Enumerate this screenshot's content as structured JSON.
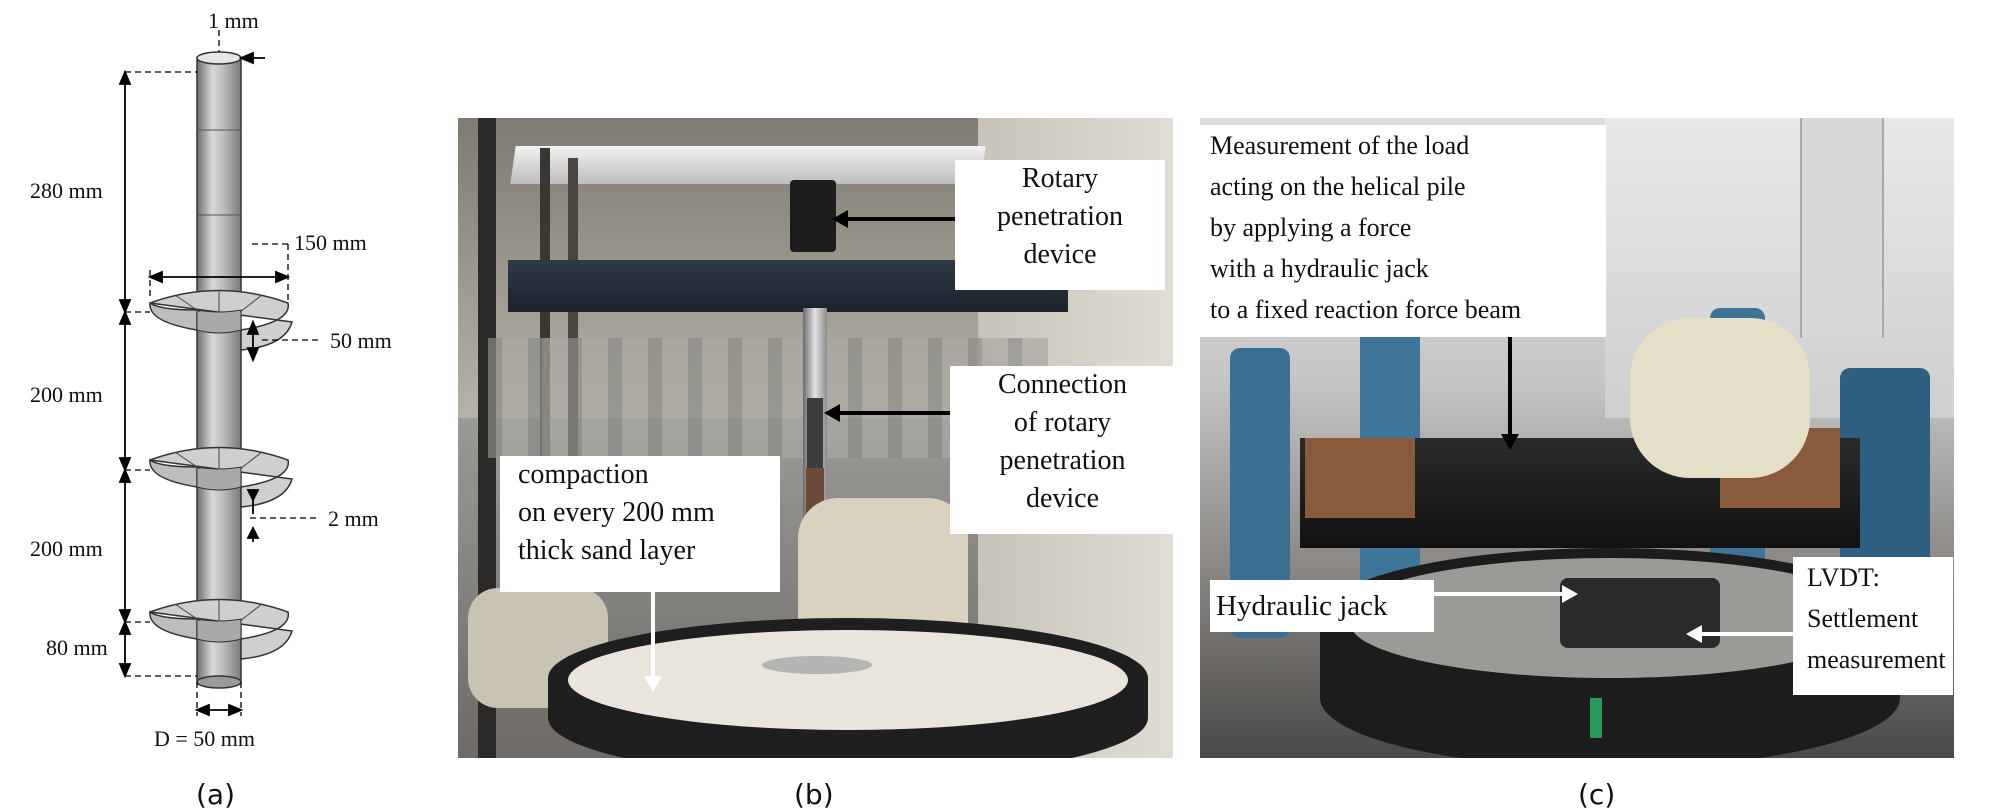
{
  "panel_a": {
    "dim_wall": "1 mm",
    "dim_top_shaft": "280 mm",
    "dim_helix_dia": "150 mm",
    "dim_pitch": "50 mm",
    "dim_spacing_1": "200 mm",
    "dim_thickness": "2 mm",
    "dim_spacing_2": "200 mm",
    "dim_tip": "80 mm",
    "dim_shaft_dia": "D = 50 mm",
    "label": "(a)"
  },
  "panel_b": {
    "callout_rotary": "Rotary\npenetration\ndevice",
    "callout_connection": "Connection\nof rotary\npenetration\ndevice",
    "callout_compaction": "compaction\non every 200 mm\nthick sand layer",
    "label": "(b)"
  },
  "panel_c": {
    "callout_measurement": "Measurement of the load\nacting on the helical pile\nby applying a force\nwith a hydraulic jack\nto a fixed reaction force beam",
    "callout_jack": "Hydraulic jack",
    "callout_lvdt": "LVDT:\nSettlement\nmeasurement",
    "label": "(c)"
  }
}
